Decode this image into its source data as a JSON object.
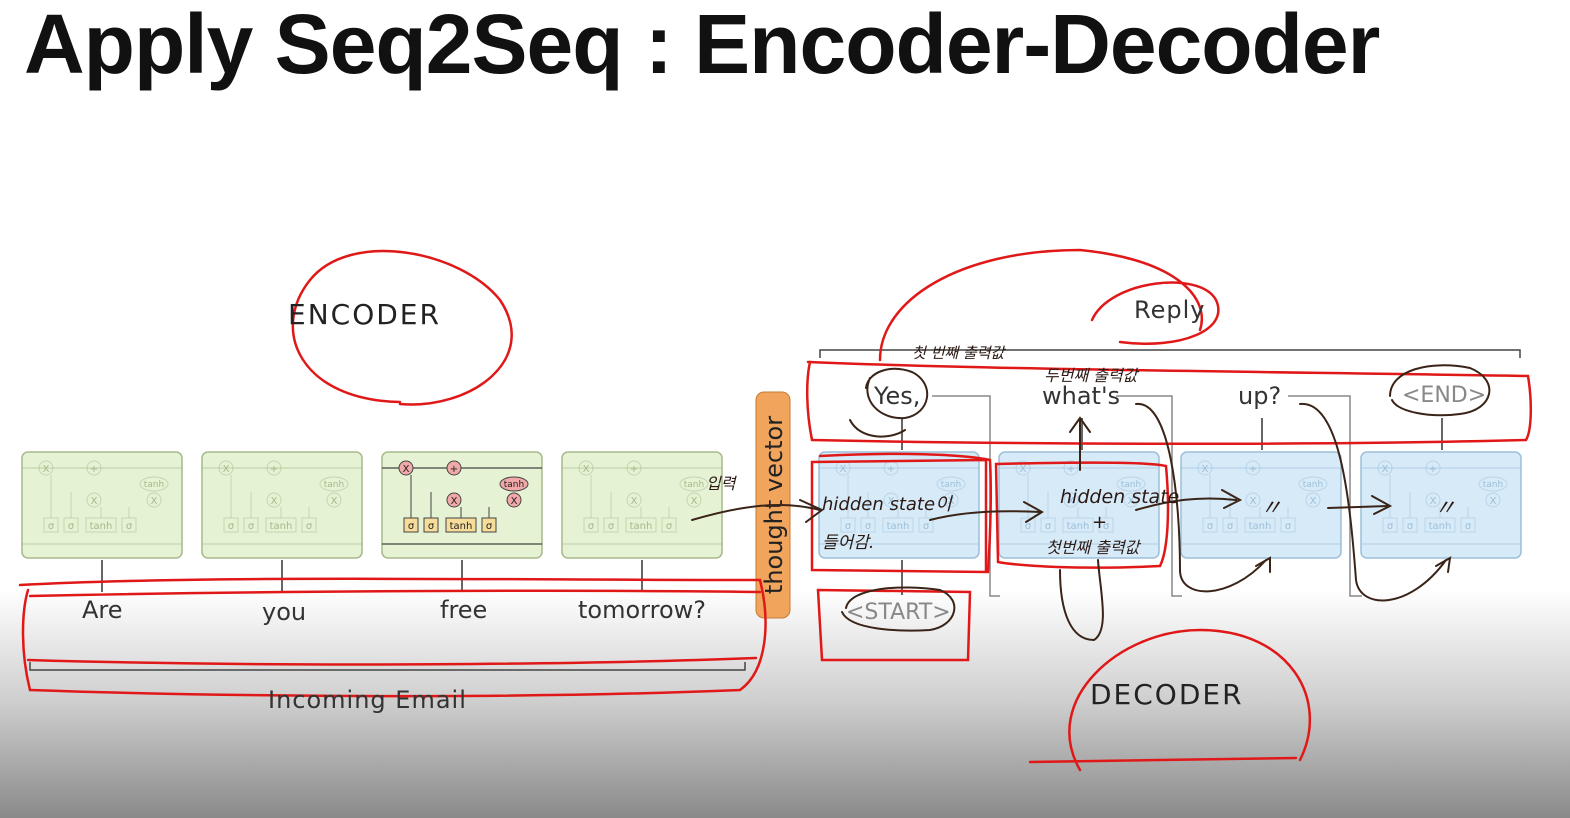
{
  "slide": {
    "title": "Apply Seq2Seq : Encoder-Decoder"
  },
  "encoder": {
    "label": "ENCODER",
    "input_words": [
      "Are",
      "you",
      "free",
      "tomorrow?"
    ],
    "group_label": "Incoming Email"
  },
  "thought_vector": {
    "label": "thought vector"
  },
  "decoder": {
    "label": "DECODER",
    "group_label": "Reply",
    "start_token": "<START>",
    "output_words": [
      "Yes,",
      "what's",
      "up?"
    ],
    "end_token": "<END>"
  },
  "cell": {
    "gates": [
      "σ",
      "σ",
      "tanh",
      "σ"
    ],
    "ops": [
      "X",
      "+",
      "X",
      "X"
    ],
    "tanh_label": "tanh"
  },
  "handwriting": {
    "first_output": "첫 번째 출력값",
    "second_output": "두번째 출력값",
    "input_note": "입력",
    "hidden_state_1": "hidden state이",
    "hidden_state_1b": "들어감.",
    "hidden_state_2": "hidden state",
    "plus": "+",
    "hidden_state_2b": "첫번째 출력값",
    "ditto_1": "〃",
    "ditto_2": "〃"
  },
  "colors": {
    "encoder_cell": "#e6f2d4",
    "decoder_cell": "#d7eaf8",
    "thought_vector": "#f0a45c",
    "red_ink": "#e01818",
    "brown_ink": "#3a2418",
    "gate_highlight": "#f7dd9a",
    "op_highlight": "#f0a8a8"
  }
}
